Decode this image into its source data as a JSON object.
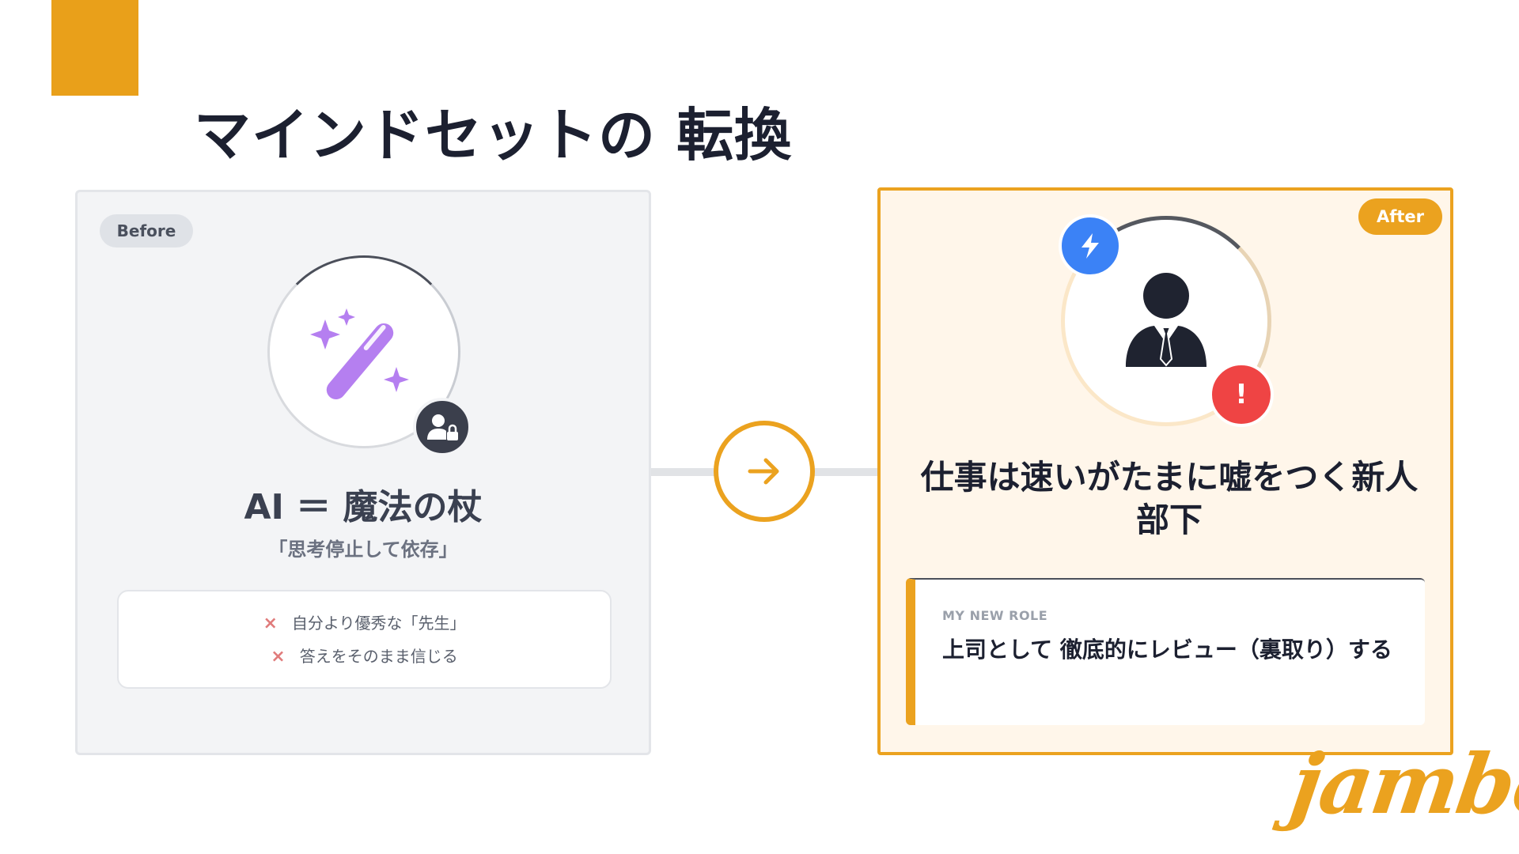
{
  "title": "マインドセットの 転換",
  "before": {
    "badge": "Before",
    "heading": "AI ＝ 魔法の杖",
    "subheading": "「思考停止して依存」",
    "items": [
      {
        "mark": "×",
        "text": "自分より優秀な「先生」"
      },
      {
        "mark": "×",
        "text": "答えをそのまま信じる"
      }
    ],
    "icon": "magic-wand-icon",
    "badge_icon": "user-lock-icon"
  },
  "connector": {
    "icon": "arrow-right-icon"
  },
  "after": {
    "badge": "After",
    "heading": "仕事は速いがたまに嘘をつく新人部下",
    "icon": "businessman-icon",
    "top_badge_icon": "lightning-bolt-icon",
    "bottom_badge_text": "!",
    "role_label": "MY NEW ROLE",
    "role_text": "上司として 徹底的にレビュー（裏取り）する"
  },
  "brand": {
    "logo_text": "jambo"
  },
  "colors": {
    "accent": "#EBA21F",
    "wand": "#b57ff0",
    "bolt_badge": "#3b82f6",
    "alert_badge": "#ef4444",
    "dark": "#1c2030"
  }
}
